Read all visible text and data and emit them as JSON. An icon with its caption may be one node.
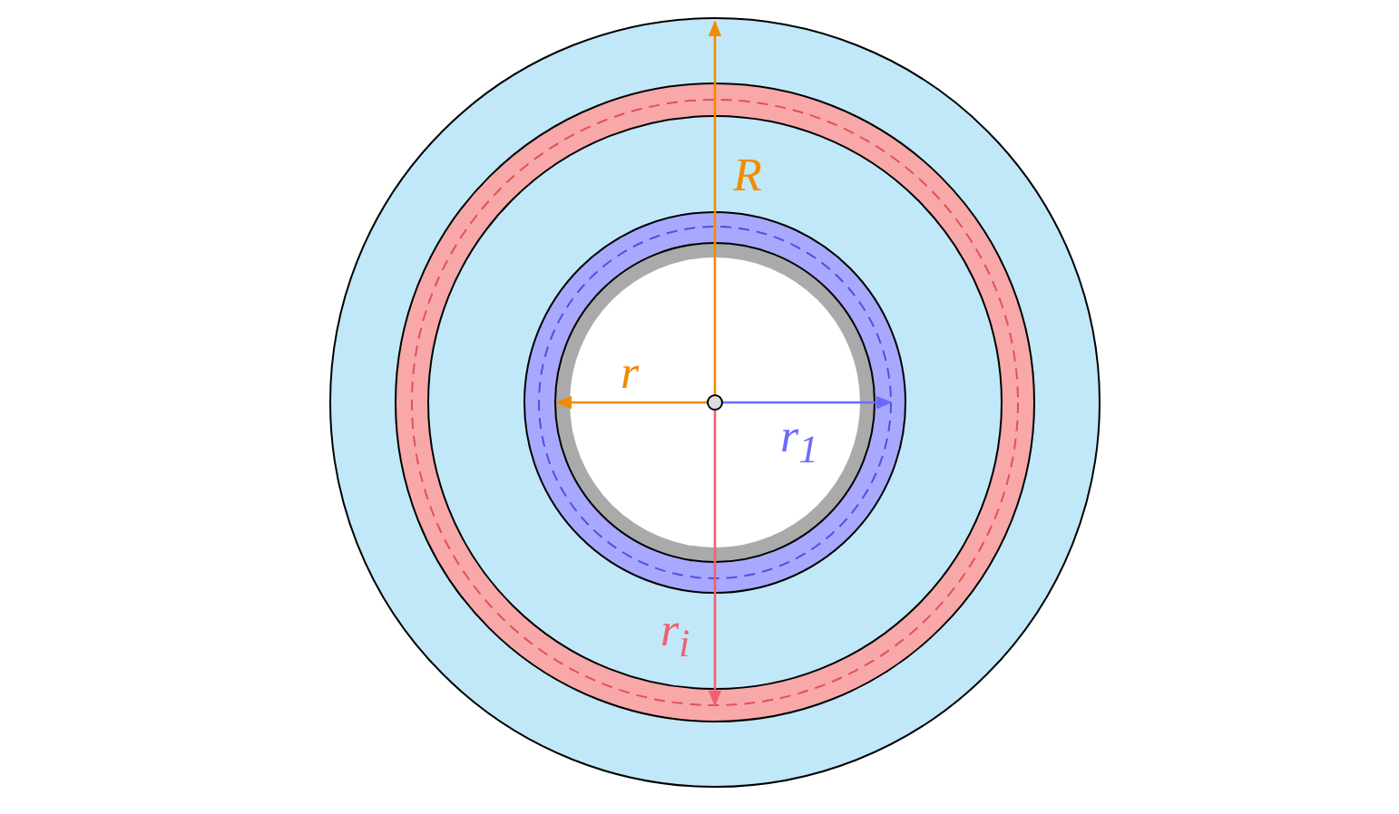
{
  "diagram": {
    "labels": [
      "R",
      "r",
      "r$_{1}$",
      "r$_{i}$"
    ]
  }
}
